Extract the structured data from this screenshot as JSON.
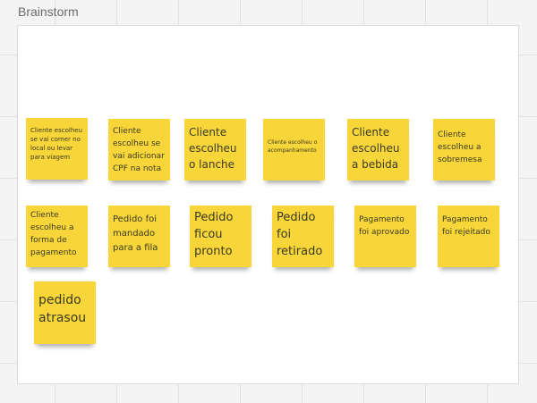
{
  "board": {
    "frame_title": "Brainstorm"
  },
  "notes": [
    {
      "text": "Cliente escolheu se vai comer no local ou levar para viagem"
    },
    {
      "text": "Cliente escolheu se vai adicionar CPF na nota"
    },
    {
      "text": "Cliente escolheu o lanche"
    },
    {
      "text": "Cliente escolheu o acompanhamento"
    },
    {
      "text": "Cliente escolheu a bebida"
    },
    {
      "text": "Cliente escolheu a sobremesa"
    },
    {
      "text": "Cliente escolheu a forma de pagamento"
    },
    {
      "text": "Pedido foi mandado para a fila"
    },
    {
      "text": "Pedido ficou pronto"
    },
    {
      "text": "Pedido foi retirado"
    },
    {
      "text": "Pagamento foi aprovado"
    },
    {
      "text": "Pagamento foi rejeitado"
    },
    {
      "text": "pedido atrasou"
    }
  ],
  "colors": {
    "sticky_note": "#f8d63a",
    "frame_background": "#ffffff",
    "canvas_background": "#f4f4f4"
  }
}
